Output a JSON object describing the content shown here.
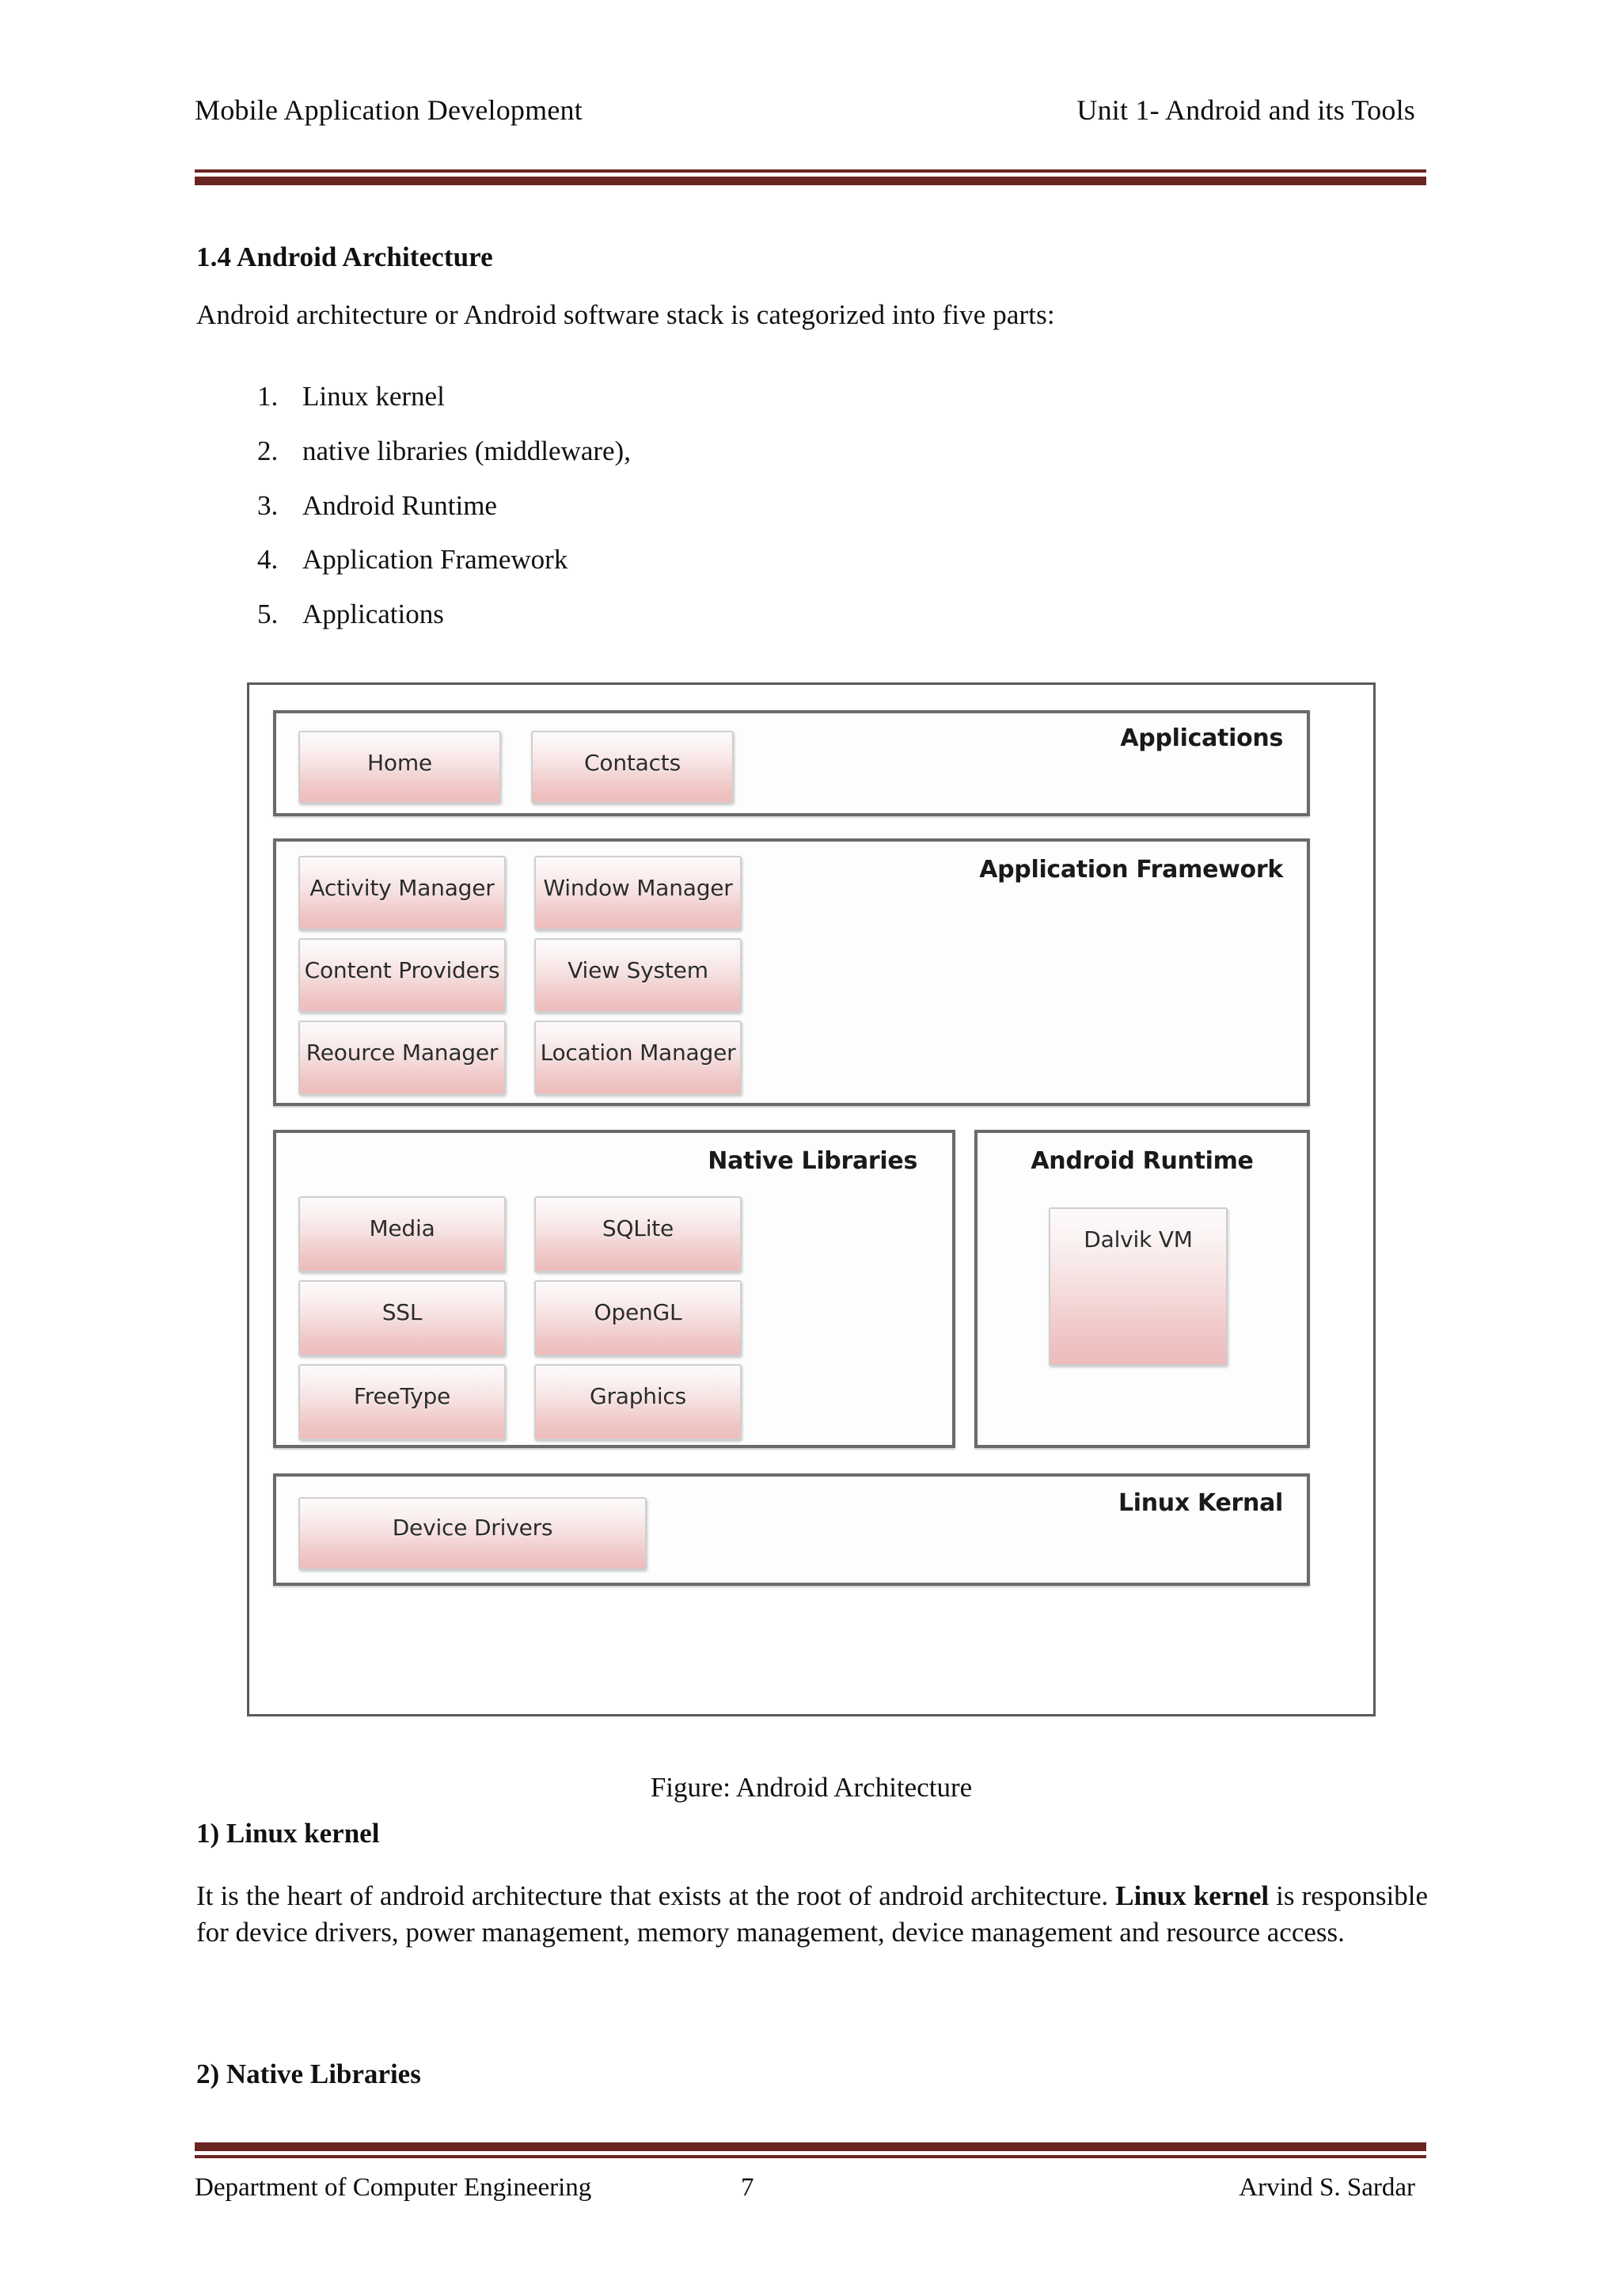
{
  "header": {
    "left": "Mobile Application Development",
    "right": "Unit 1- Android and its Tools"
  },
  "footer": {
    "left": "Department of Computer Engineering",
    "page_number": "7",
    "right": "Arvind S. Sardar"
  },
  "content": {
    "section_heading": "1.4 Android Architecture",
    "intro_paragraph": "Android architecture or Android software stack is categorized into five parts:",
    "parts_list": [
      "Linux kernel",
      "native libraries (middleware),",
      "Android Runtime",
      "Application Framework",
      "Applications"
    ],
    "figure_caption": "Figure: Android Architecture",
    "subheading_1": "1) Linux kernel",
    "paragraph_1_a": "It is the heart of android architecture that exists at the root of android architecture. ",
    "paragraph_1_bold": "Linux kernel",
    "paragraph_1_b": " is responsible for device drivers, power management, memory management, device management and resource access.",
    "subheading_2": "2) Native Libraries"
  },
  "figure": {
    "layers": [
      {
        "title": "Applications",
        "modules": [
          "Home",
          "Contacts"
        ]
      },
      {
        "title": "Application Framework",
        "modules": [
          "Activity Manager",
          "Window Manager",
          "Content Providers",
          "View System",
          "Reource Manager",
          "Location Manager"
        ]
      },
      {
        "title": "Native Libraries",
        "modules": [
          "Media",
          "SQLite",
          "SSL",
          "OpenGL",
          "FreeType",
          "Graphics"
        ]
      },
      {
        "title": "Android Runtime",
        "modules": [
          "Dalvik VM"
        ]
      },
      {
        "title": "Linux Kernal",
        "modules": [
          "Device Drivers"
        ]
      }
    ]
  },
  "colors": {
    "rule": "#6B2520",
    "module_gradient_top": "#FDFAFA",
    "module_gradient_bottom": "#EEBCBC",
    "layer_border": "#6A6A6A",
    "figure_border": "#5A5A5A",
    "text": "#111111"
  }
}
